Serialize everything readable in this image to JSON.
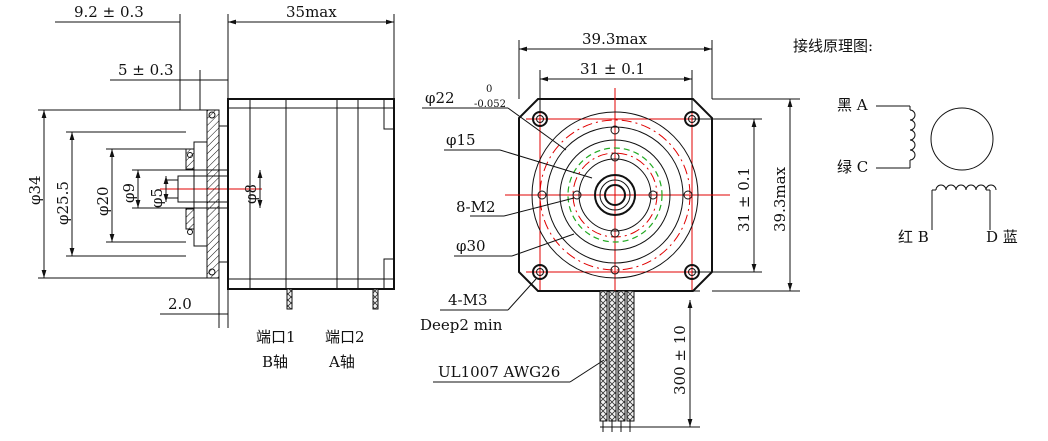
{
  "side_view": {
    "dim_flange_thickness": "9.2 ± 0.3",
    "dim_body_length": "35max",
    "dim_boss_height": "5 ± 0.3",
    "dim_outer_dia": "φ34",
    "dim_pcd": "φ25.5",
    "dim_boss_dia": "φ20",
    "dim_hub_dia": "φ9",
    "dim_shaft_dia": "φ5",
    "dim_bore_dia": "φ8",
    "dim_plate": "2.0",
    "port1_label": "端口1",
    "port2_label": "端口2",
    "axis_b_label": "B轴",
    "axis_a_label": "A轴"
  },
  "front_view": {
    "dim_width_max": "39.3max",
    "dim_hole_spacing_x": "31 ± 0.1",
    "dim_pilot_base": "φ22",
    "dim_pilot_tol_upper": "0",
    "dim_pilot_tol_lower": "-0.052",
    "dim_inner_dia": "φ15",
    "dim_thread_holes": "8-M2",
    "dim_circle_dia": "φ30",
    "dim_mount_holes": "4-M3",
    "dim_depth": "Deep2 min",
    "dim_hole_spacing_y": "31 ± 0.1",
    "dim_height_max": "39.3max",
    "cable_spec": "UL1007 AWG26",
    "cable_length": "300 ± 10"
  },
  "wiring": {
    "title": "接线原理图:",
    "wire_a": "黑 A",
    "wire_c": "绿 C",
    "wire_b": "红 B",
    "wire_d": "D 蓝"
  }
}
